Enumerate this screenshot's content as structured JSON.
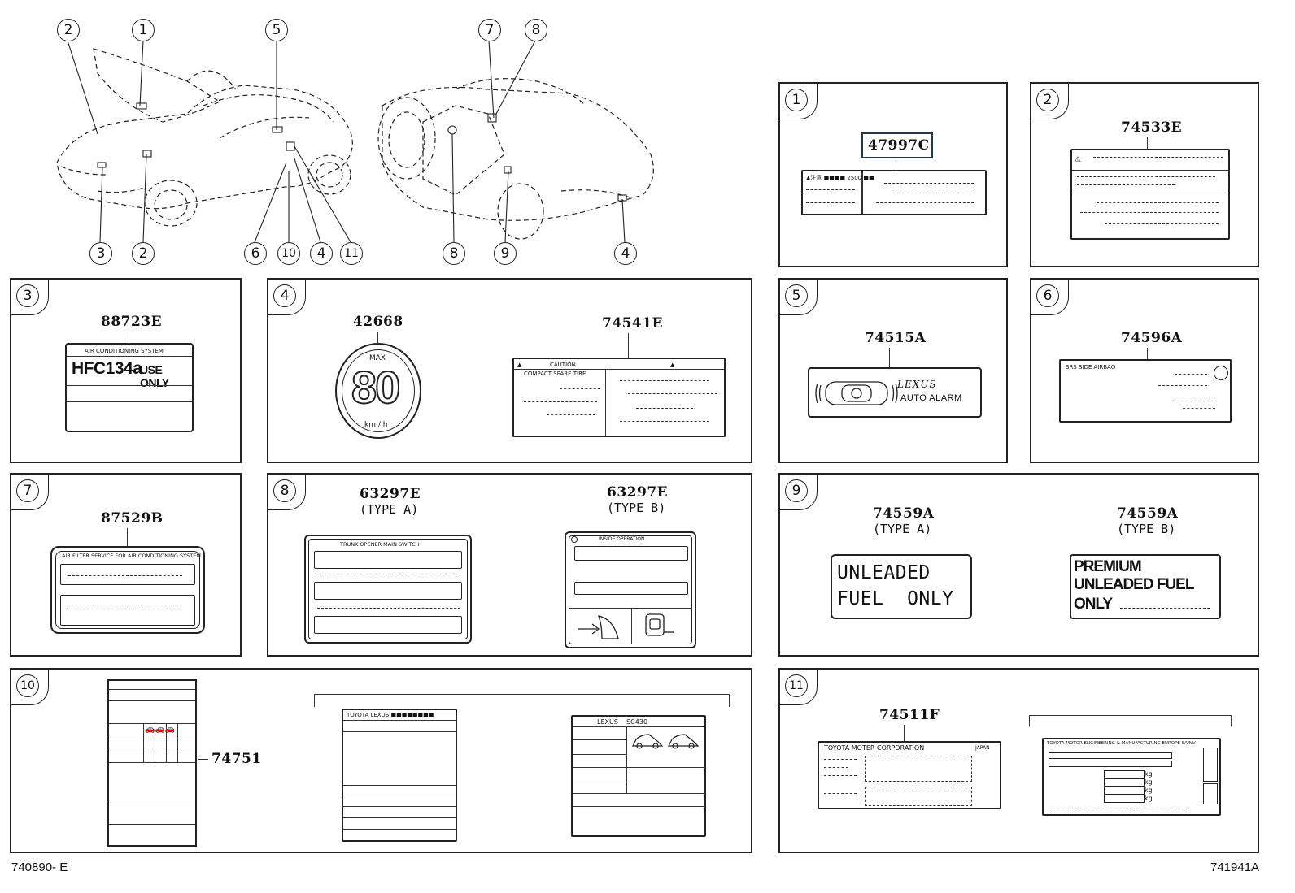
{
  "callouts_top": [
    "2",
    "1",
    "5",
    "3",
    "2",
    "6",
    "10",
    "4",
    "11",
    "7",
    "8",
    "8",
    "9",
    "4"
  ],
  "panels": {
    "p1": {
      "num": "1",
      "part": "47997C",
      "text": "▲注意 ■■■■ 2500 ■■"
    },
    "p2": {
      "num": "2",
      "part": "74533E"
    },
    "p3": {
      "num": "3",
      "part": "88723E",
      "header": "AIR CONDITIONING SYSTEM",
      "main": "HFC134a",
      "sub": "USE ONLY"
    },
    "p4": {
      "num": "4",
      "part_a": "42668",
      "max": "MAX",
      "speed": "80",
      "unit": "km / h",
      "part_b": "74541E",
      "caution": "CAUTION",
      "compact": "COMPACT SPARE TIRE"
    },
    "p5": {
      "num": "5",
      "part": "74515A",
      "brand": "LEXUS",
      "text": "AUTO ALARM"
    },
    "p6": {
      "num": "6",
      "part": "74596A",
      "text": "SRS SIDE AIRBAG"
    },
    "p7": {
      "num": "7",
      "part": "87529B",
      "text": "AIR FILTER SERVICE FOR AIR CONDITIONING SYSTEM"
    },
    "p8": {
      "num": "8",
      "part_a": "63297E",
      "type_a": "(TYPE A)",
      "text_a": "TRUNK OPENER MAIN SWITCH",
      "part_b": "63297E",
      "type_b": "(TYPE B)",
      "text_b": "INSIDE OPERATION"
    },
    "p9": {
      "num": "9",
      "part_a": "74559A",
      "type_a": "(TYPE A)",
      "line_a1": "UNLEADED",
      "line_a2": "FUEL  ONLY",
      "part_b": "74559A",
      "type_b": "(TYPE B)",
      "line_b1": "PREMIUM",
      "line_b2": "UNLEADED FUEL",
      "line_b3": "ONLY"
    },
    "p10": {
      "num": "10",
      "part": "74751",
      "lexus": "LEXUS    SC430",
      "toyota": "TOYOTA  LEXUS  ■■■■■■■■"
    },
    "p11": {
      "num": "11",
      "part": "74511F",
      "corp": "TOYOTA MOTER CORPORATION",
      "japan": "JAPAN",
      "europe": "TOYOTA MOTOR ENGINEERING & MANUFACTURING EUROPE SA/NV",
      "kg": "kg"
    }
  },
  "footer": {
    "left": "740890- E",
    "right": "741941A"
  }
}
